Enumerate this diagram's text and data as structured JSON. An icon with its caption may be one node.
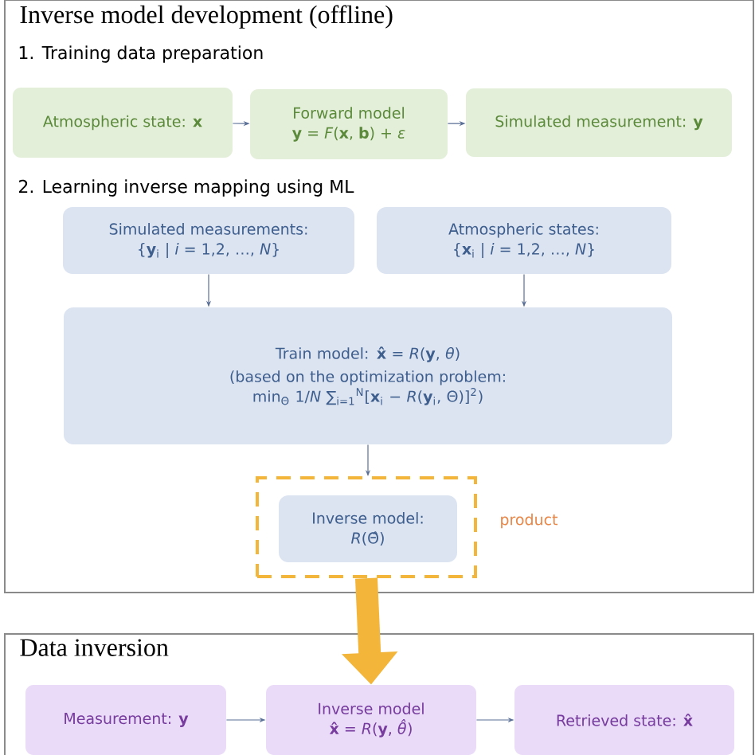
{
  "diagram": {
    "nodes": [
      {
        "text": [
          "Inverse model development (offline)"
        ]
      },
      {
        "text": [
          "Atmospheric state: **x**"
        ],
        "in": 0
      },
      {
        "text": [
          "Forward model",
          "**y** = *F*(**x**, **b**) + *ε*"
        ],
        "in": 0
      },
      {
        "text": [
          "Simulated measurement: **y**"
        ],
        "in": 0
      },
      {
        "text": [
          "Simulated measurements:",
          "{**y**$_{i}$ | *i* = 1,2, …, *N*}"
        ],
        "in": 0
      },
      {
        "text": [
          "Atmospheric states:",
          "{**x**$_{i}$ | *i* = 1,2, …, *N*}"
        ],
        "in": 0
      },
      {
        "text": [
          "Train model: **x̂** = *R*(**y**, *θ*)",
          "(based on the optimization problem: min$_{Θ}$ 1/*N* ∑$_{i=1}$$^{N}$[**x**$_{i}$ − *R*(**y**$_{i}$, Θ)]$^{2}$)"
        ],
        "in": 0
      },
      {
        "text": [],
        "shape": "box",
        "beside": [
          "product"
        ],
        "in": 0
      },
      {
        "text": [
          "Inverse model:",
          "*R*(Θ̂)"
        ],
        "in": 7
      },
      {
        "text": [
          "Data inversion"
        ]
      },
      {
        "text": [
          "Measurement: **y**"
        ],
        "in": 9
      },
      {
        "text": [
          "Inverse model",
          "**x̂** = *R*(**y**, *θ̂*)"
        ],
        "in": 9
      },
      {
        "text": [
          "Retrieved state: **x̂**"
        ],
        "in": 9
      }
    ],
    "edges": [
      {
        "from": 1,
        "to": 2,
        "arrow": "to"
      },
      {
        "from": 2,
        "to": 3,
        "arrow": "to"
      },
      {
        "from": 4,
        "to": 6,
        "arrow": "to"
      },
      {
        "from": 5,
        "to": 6,
        "arrow": "to"
      },
      {
        "from": 6,
        "to": 7,
        "arrow": "to"
      },
      {
        "from": 7,
        "to": 11,
        "arrow": "to",
        "style": "thick",
        "color": "#f3b63a"
      },
      {
        "from": 10,
        "to": 11,
        "arrow": "to"
      },
      {
        "from": 11,
        "to": 12,
        "arrow": "to"
      }
    ],
    "labels": [
      "1. Training  data preparation",
      "2. Learning inverse mapping using ML"
    ]
  }
}
